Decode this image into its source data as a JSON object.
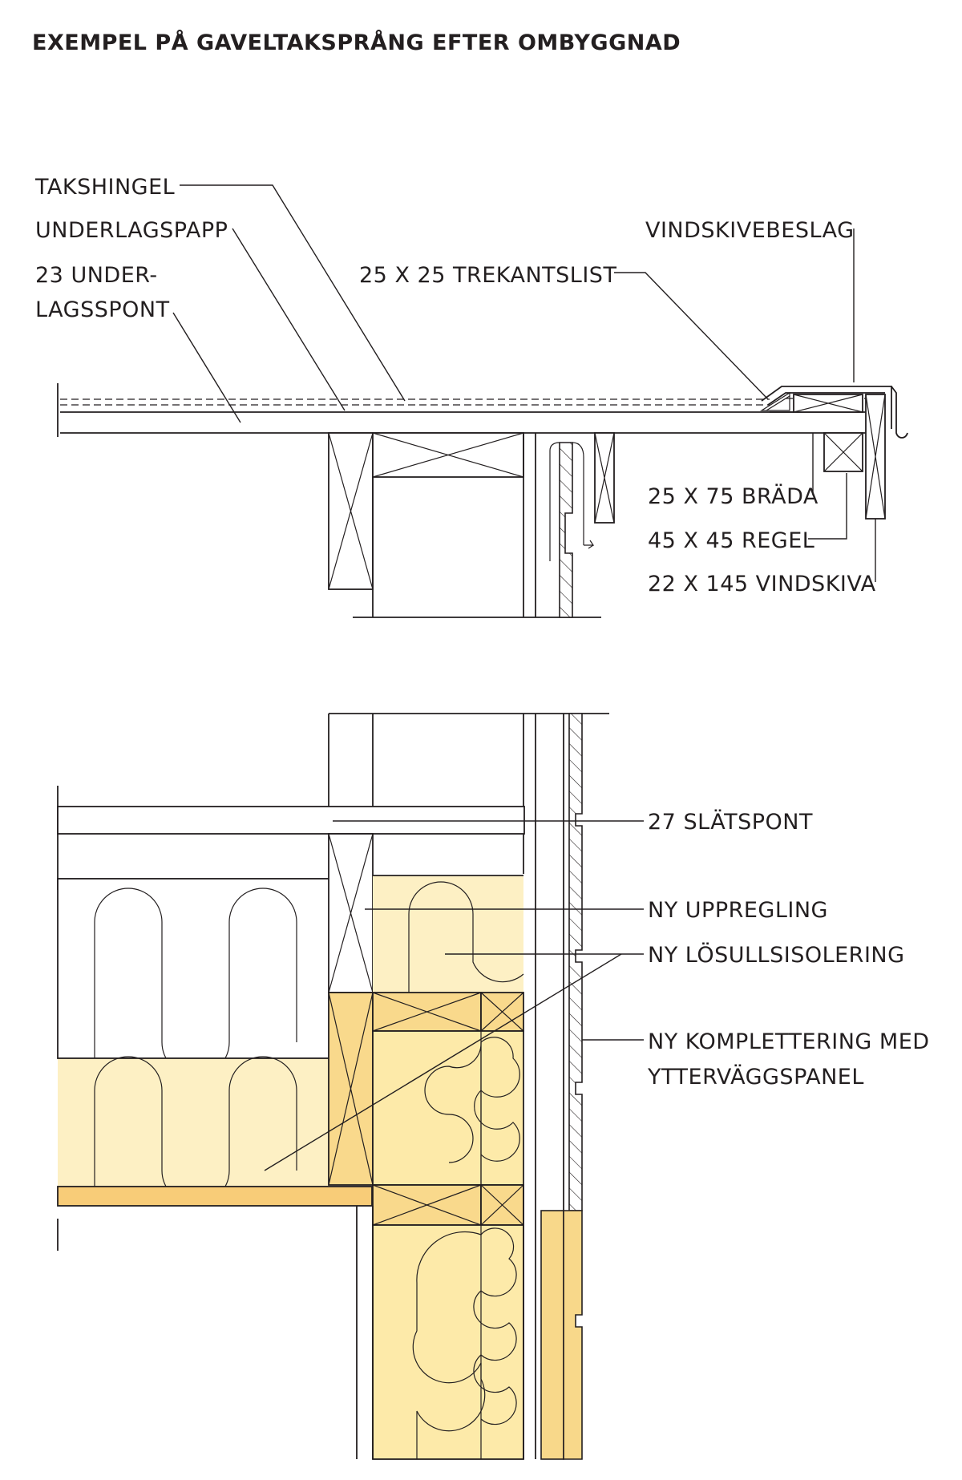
{
  "title": "EXEMPEL PÅ GAVELTAKSPRÅNG EFTER OMBYGGNAD",
  "labels": {
    "takshingel": "TAKSHINGEL",
    "underlagspapp": "UNDERLAGSPAPP",
    "underlagsspont_line1": "23 UNDER-",
    "underlagsspont_line2": "LAGSSPONT",
    "vindskivebeslag": "VINDSKIVEBESLAG",
    "trekantslist": "25 X 25 TREKANTSLIST",
    "brada": "25 X 75 BRÄDA",
    "regel": "45 X 45 REGEL",
    "vindskiva": "22 X 145 VINDSKIVA",
    "slatspont": "27 SLÄTSPONT",
    "uppregling": "NY UPPREGLING",
    "losull": "NY LÖSULLSISOLERING",
    "komplettering_line1": "NY KOMPLETTERING MED",
    "komplettering_line2": "YTTERVÄGGSPANEL"
  },
  "colors": {
    "ink": "#231f20",
    "wood": "#f9d98c",
    "wood_dark": "#f8cc78",
    "insulation": "#fdf0c4"
  }
}
